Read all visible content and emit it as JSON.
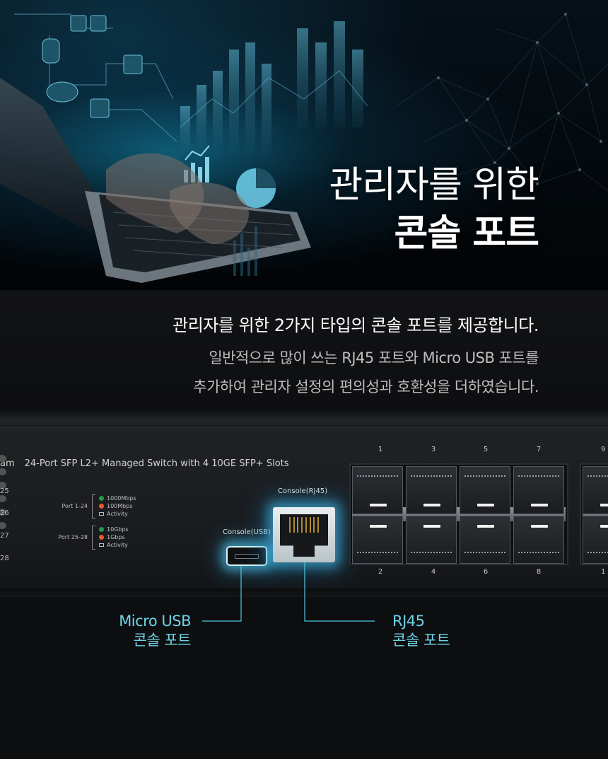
{
  "hero": {
    "title_line1": "관리자를 위한",
    "title_line2": "콘솔 포트"
  },
  "description": {
    "lead": "관리자를 위한 2가지 타입의 콘솔 포트를 제공합니다.",
    "body_line1": "일반적으로 많이 쓰는 RJ45 포트와 Micro USB 포트를",
    "body_line2": "추가하여 관리자 설정의 편의성과 호환성을 더하였습니다."
  },
  "device": {
    "brand_fragment": "am",
    "model": "24-Port SFP L2+ Managed Switch with 4 10GE SFP+ Slots",
    "port_numbers": [
      "25",
      "26",
      "27",
      "28"
    ],
    "legend_1_24": {
      "label": "Port 1-24",
      "items": [
        "1000Mbps",
        "100Mbps",
        "Activity"
      ]
    },
    "legend_25_28": {
      "label": "Port 25-28",
      "items": [
        "10Gbps",
        "1Gbps",
        "Activity"
      ]
    },
    "console_usb_label": "Console(USB)",
    "console_rj45_label": "Console(RJ45)",
    "sfp_top_numbers": [
      "1",
      "3",
      "5",
      "7",
      "9"
    ],
    "sfp_bottom_numbers": [
      "2",
      "4",
      "6",
      "8",
      "1"
    ]
  },
  "callouts": {
    "usb_line1": "Micro USB",
    "usb_line2": "콘솔 포트",
    "rj45_line1": "RJ45",
    "rj45_line2": "콘솔 포트"
  },
  "colors": {
    "accent": "#6fd3e6",
    "led_green": "#1f9d4a",
    "led_orange": "#e8592b",
    "background": "#0d0e10"
  }
}
